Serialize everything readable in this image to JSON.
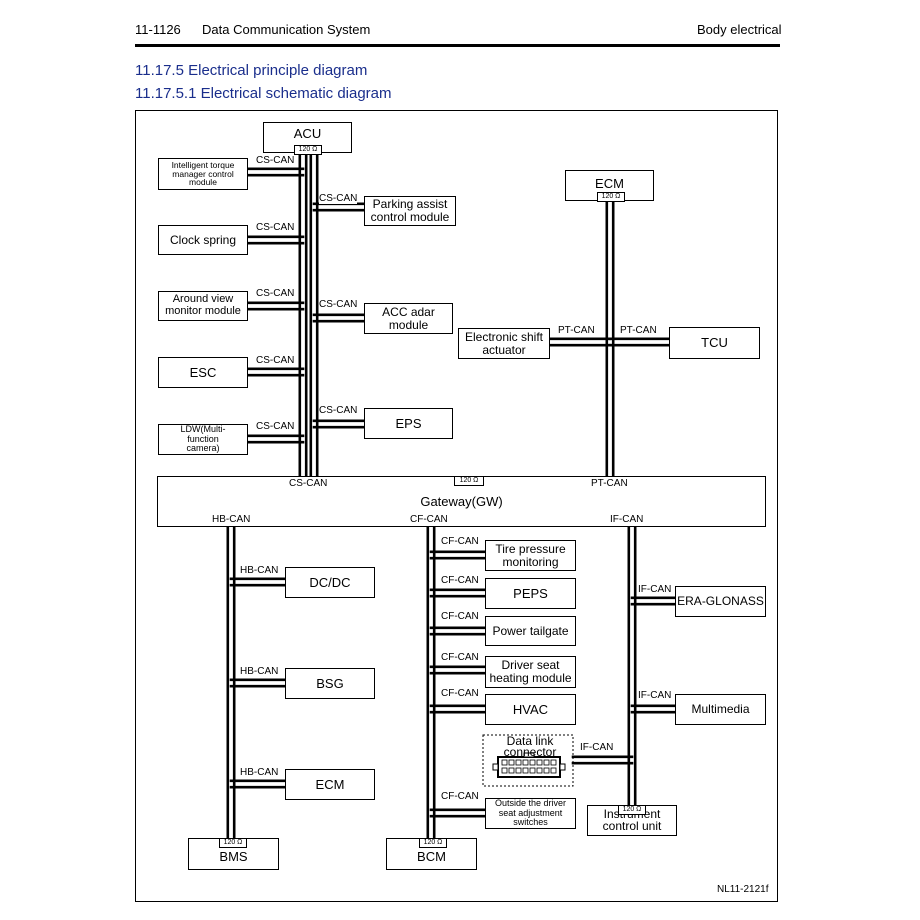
{
  "header": {
    "page_number": "11-1126",
    "chapter": "Data Communication System",
    "section": "Body electrical"
  },
  "headings": {
    "h1": "11.17.5 Electrical principle diagram",
    "h2": "11.17.5.1 Electrical schematic diagram"
  },
  "modules": {
    "acu": "ACU",
    "itm": "Intelligent torque manager control module",
    "clock_spring": "Clock spring",
    "avm": "Around view monitor module",
    "esc": "ESC",
    "ldw": "LDW(Multi-function camera)",
    "parking": "Parking assist control module",
    "acc": "ACC adar module",
    "eps": "EPS",
    "ecm_top": "ECM",
    "shift": "Electronic shift actuator",
    "tcu": "TCU",
    "gateway": "Gateway(GW)",
    "dcdc": "DC/DC",
    "bsg": "BSG",
    "ecm_bottom": "ECM",
    "bms": "BMS",
    "tpms": "Tire pressure monitoring",
    "peps": "PEPS",
    "tailgate": "Power tailgate",
    "seat_heat": "Driver seat heating module",
    "hvac": "HVAC",
    "dlc": "Data link connector",
    "seat_switch": "Outside the driver seat adjustment switches",
    "bcm": "BCM",
    "era": "ERA-GLONASS",
    "multimedia": "Multimedia",
    "icu": "Instrument control unit"
  },
  "resistor": "120 Ω",
  "buses": {
    "cs": "CS-CAN",
    "pt": "PT-CAN",
    "hb": "HB-CAN",
    "cf": "CF-CAN",
    "if": "IF-CAN"
  },
  "figure_code": "NL11-2121f"
}
